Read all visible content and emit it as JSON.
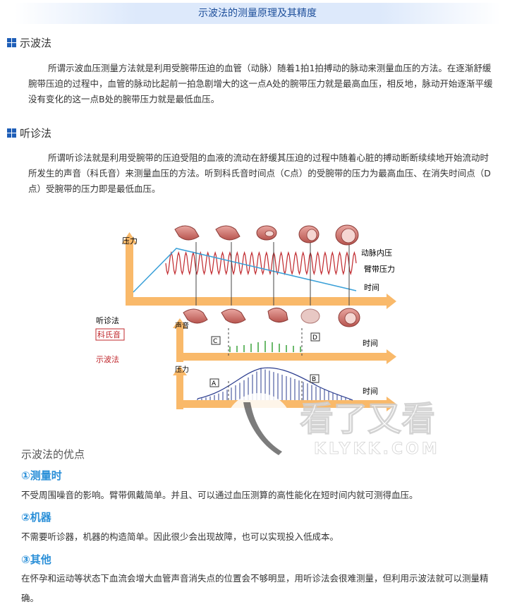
{
  "page": {
    "title": "示波法的测量原理及其精度"
  },
  "oscillometric": {
    "heading": "示波法",
    "text": "所谓示波血压测量方法就是利用受腕带压迫的血管（动脉）随着1拍1拍搏动的脉动来测量血压的方法。在逐渐舒缓腕带压迫的过程中，血管的脉动比起前一拍急剧增大的这一点A处的腕带压力就是最高血压，相反地，脉动开始逐渐平缓没有变化的这一点B处的腕带压力就是最低血压。"
  },
  "auscultatory": {
    "heading": "听诊法",
    "text": "所谓听诊法就是利用受腕带的压迫受阻的血液的流动在舒缓其压迫的过程中随着心脏的搏动断断续续地开始流动时所发生的声音（科氏音）来测量血压的方法。听到科氏音时间点（C点）的受腕带的压力为最高血压、在消失时间点（D点）受腕带的压力即是最低血压。"
  },
  "diagram": {
    "pressure_label": "压力",
    "arterial_label": "动脉内压",
    "cuff_label": "臂带压力",
    "time_label_1": "时间",
    "time_label_2": "时间",
    "time_label_3": "时间",
    "sound_label": "声音",
    "pulse_label": "压力",
    "auscultatory_label": "听诊法",
    "korotkoff_label": "科氏音",
    "oscillometric_label": "示波法",
    "point_a": "A",
    "point_b": "B",
    "point_c": "C",
    "point_d": "D"
  },
  "watermark": {
    "brand": "看了又看",
    "domain": "KLYKK.COM"
  },
  "advantages": {
    "heading": "示波法的优点",
    "items": [
      {
        "title": "①测量时",
        "text": "不受周围噪音的影响。臂带佩戴简单。并且、可以通过血压测算的高性能化在短时间内就可测得血压。"
      },
      {
        "title": "②机器",
        "text": "不需要听诊器，机器的构造简单。因此很少会出现故障，也可以实现投入低成本。"
      },
      {
        "title": "③其他",
        "text": "在怀孕和运动等状态下血流会增大血管声音消失点的位置会不够明显，用听诊法会很难测量，但利用示波法就可以测量精确。"
      }
    ]
  },
  "colors": {
    "accent_blue": "#1f5fb8",
    "sub_blue": "#2a8fd8",
    "arrow_orange": "#f9b96a",
    "wave_red": "#c0282d",
    "cuff_blue": "#3aa0d8",
    "bar_green": "#3aa23a",
    "bar_navy": "#2b3d8f"
  }
}
